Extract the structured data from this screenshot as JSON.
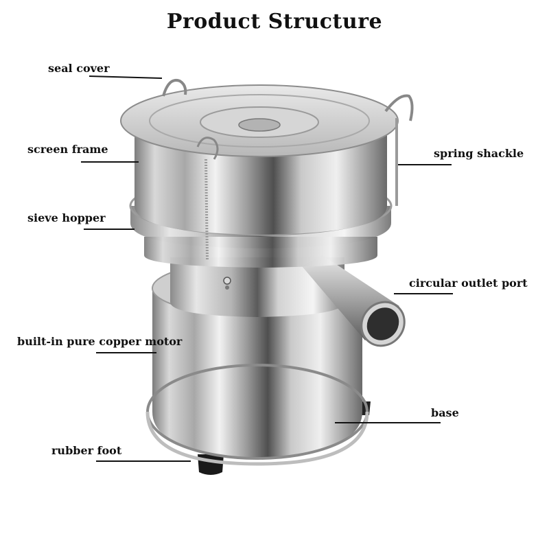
{
  "title": "Product Structure",
  "labels": {
    "seal_cover": "seal cover",
    "screen_frame": "screen frame",
    "sieve_hopper": "sieve hopper",
    "built_in_motor": "built-in pure copper motor",
    "rubber_foot": "rubber foot",
    "spring_shackle": "spring shackle",
    "outlet_port": "circular outlet port",
    "base": "base"
  }
}
